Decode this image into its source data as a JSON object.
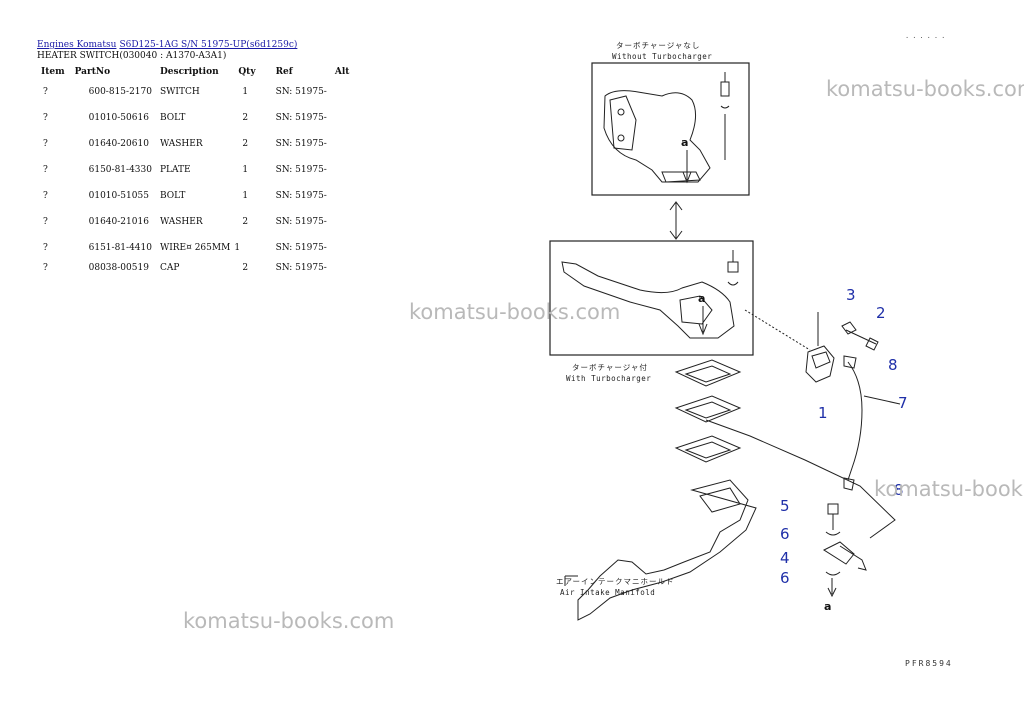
{
  "breadcrumb": {
    "link1": "Engines Komatsu",
    "link2": "S6D125-1AG S/N 51975-UP(s6d1259c)"
  },
  "page_title": "HEATER SWITCH(030040 : A1370-A3A1)",
  "table": {
    "headers": {
      "item": "Item",
      "partno": "PartNo",
      "description": "Description",
      "qty": "Qty",
      "ref": "Ref",
      "alt": "Alt"
    },
    "rows": [
      {
        "item": "?",
        "partno": "600-815-2170",
        "description": "SWITCH",
        "qty": "1",
        "ref": "SN: 51975-",
        "alt": ""
      },
      {
        "item": "?",
        "partno": "01010-50616",
        "description": "BOLT",
        "qty": "2",
        "ref": "SN: 51975-",
        "alt": ""
      },
      {
        "item": "?",
        "partno": "01640-20610",
        "description": "WASHER",
        "qty": "2",
        "ref": "SN: 51975-",
        "alt": ""
      },
      {
        "item": "?",
        "partno": "6150-81-4330",
        "description": "PLATE",
        "qty": "1",
        "ref": "SN: 51975-",
        "alt": ""
      },
      {
        "item": "?",
        "partno": "01010-51055",
        "description": "BOLT",
        "qty": "1",
        "ref": "SN: 51975-",
        "alt": ""
      },
      {
        "item": "?",
        "partno": "01640-21016",
        "description": "WASHER",
        "qty": "2",
        "ref": "SN: 51975-",
        "alt": ""
      },
      {
        "item": "?",
        "partno": "6151-81-4410",
        "description": "WIRE¤ 265MM",
        "qty": "1",
        "ref": "SN: 51975-",
        "alt": ""
      },
      {
        "item": "?",
        "partno": "08038-00519",
        "description": "CAP",
        "qty": "2",
        "ref": "SN: 51975-",
        "alt": ""
      }
    ]
  },
  "watermarks": [
    "komatsu-books.com",
    "komatsu-books.com",
    "komatsu-books.com",
    "komatsu-books.com"
  ],
  "diagram": {
    "without_turbo_jp": "ターボチャージャなし",
    "without_turbo_en": "Without Turbocharger",
    "with_turbo_jp": "ターボチャージャ付",
    "with_turbo_en": "With Turbocharger",
    "manifold_jp": "エアーインテークマニホールド",
    "manifold_en": "Air Intake Manifold",
    "ref_a": "a",
    "callouts": {
      "c1": "1",
      "c2": "2",
      "c3": "3",
      "c4": "4",
      "c5": "5",
      "c6a": "6",
      "c6b": "6",
      "c7": "7",
      "c8a": "8",
      "c8b": "8"
    },
    "code": "PFR8594",
    "top_mark": "......"
  },
  "colors": {
    "callout": "#1f2fa8",
    "link": "#1a1aa6",
    "watermark": "#b9b9b9"
  }
}
